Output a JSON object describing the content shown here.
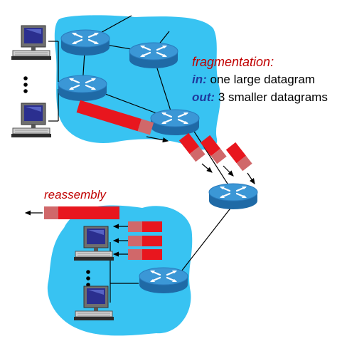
{
  "annotations": {
    "fragmentation_title": "fragmentation:",
    "in_keyword": "in:",
    "in_text": " one large datagram",
    "out_keyword": "out:",
    "out_text": " 3 smaller datagrams",
    "reassembly_label": "reassembly"
  },
  "colors": {
    "network_cloud": "#38c3f2",
    "router_top": "#3b97d6",
    "router_side": "#1f6aa6",
    "datagram_fill": "#e8161e",
    "datagram_header": "#d0686a",
    "link_line": "#000000",
    "annotation_red": "#c00000",
    "annotation_blue": "#1f3a9e"
  },
  "icons": {
    "router": "router-icon",
    "host": "desktop-computer-icon",
    "ellipsis": "vertical-ellipsis-icon"
  }
}
